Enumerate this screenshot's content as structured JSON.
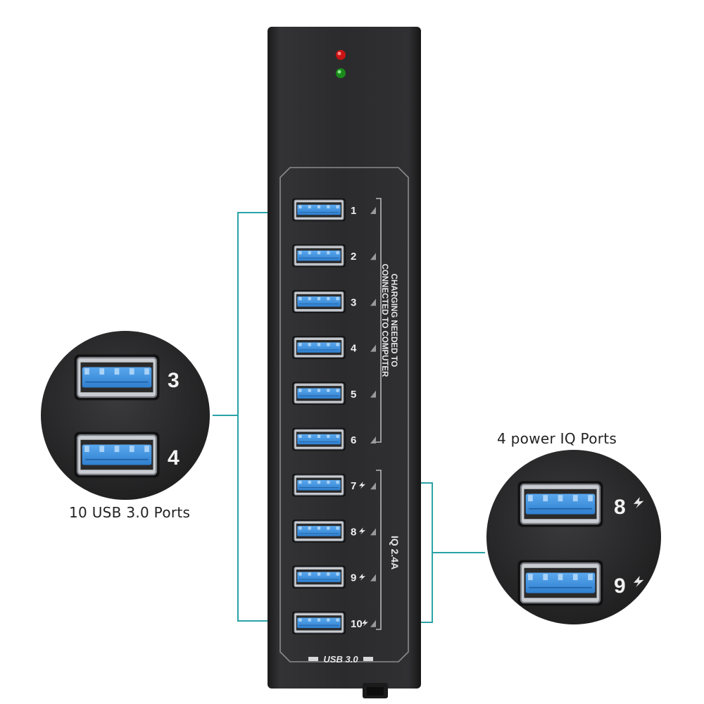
{
  "captions": {
    "left": "10 USB 3.0 Ports",
    "right": "4 power IQ Ports"
  },
  "hub": {
    "ports": [
      {
        "number": "1",
        "type": "data"
      },
      {
        "number": "2",
        "type": "data"
      },
      {
        "number": "3",
        "type": "data"
      },
      {
        "number": "4",
        "type": "data"
      },
      {
        "number": "5",
        "type": "data"
      },
      {
        "number": "6",
        "type": "data"
      },
      {
        "number": "7",
        "type": "power-iq"
      },
      {
        "number": "8",
        "type": "power-iq"
      },
      {
        "number": "9",
        "type": "power-iq"
      },
      {
        "number": "10",
        "type": "power-iq"
      }
    ],
    "side_label_line1": "CHARGING NEEDED TO",
    "side_label_line2": "CONNECTED TO COMPUTER",
    "iq_label": "IQ 2.4A",
    "bottom_label": "USB 3.0",
    "led_colors": [
      "#c81414",
      "#1a8a1a"
    ]
  },
  "zoom_left": {
    "ports": [
      "3",
      "4"
    ]
  },
  "zoom_right": {
    "ports": [
      "8",
      "9"
    ]
  },
  "colors": {
    "accent_line": "#2aa3a7",
    "usb_blue": "#3d8fdc",
    "body": "#2a2a2c"
  }
}
